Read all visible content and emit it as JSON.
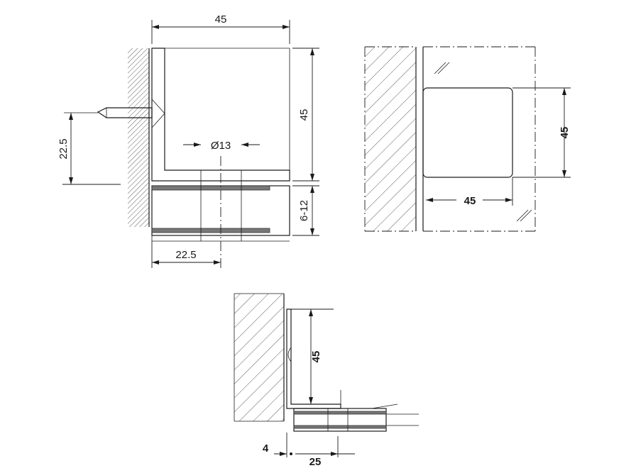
{
  "views": {
    "side": {
      "width_top": "45",
      "height_right": "45",
      "center_height": "22.5",
      "hole_diameter": "Ø13",
      "glass_thickness": "6-12",
      "bottom_offset": "22.5"
    },
    "front": {
      "height": "45",
      "width": "45"
    },
    "top": {
      "height": "45",
      "wall_offset": "4",
      "depth": "25"
    }
  }
}
